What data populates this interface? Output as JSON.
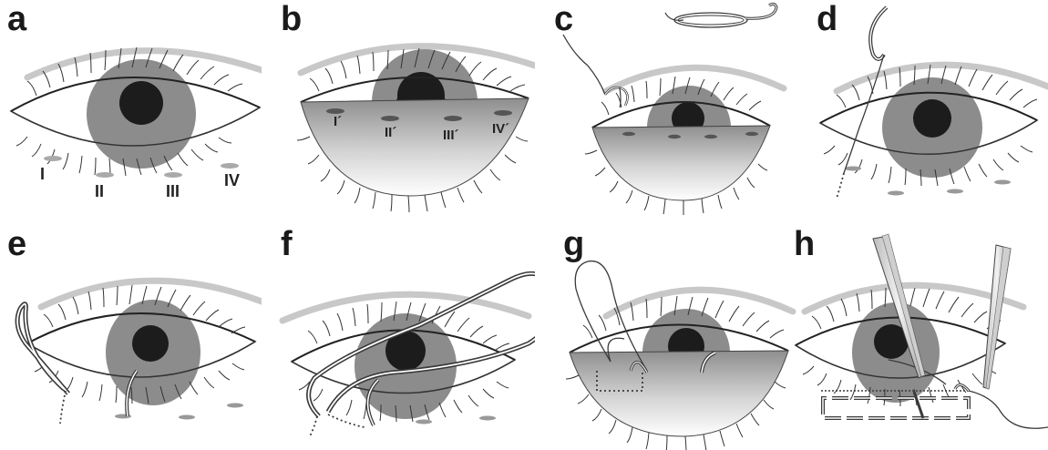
{
  "panels": [
    {
      "label": "a",
      "markers": [
        "I",
        "II",
        "III",
        "IV"
      ]
    },
    {
      "label": "b",
      "markers": [
        "I´",
        "II´",
        "III´",
        "IV´"
      ]
    },
    {
      "label": "c"
    },
    {
      "label": "d"
    },
    {
      "label": "e"
    },
    {
      "label": "f"
    },
    {
      "label": "g"
    },
    {
      "label": "h"
    }
  ],
  "colors": {
    "iris": "#8c8c8c",
    "pupil": "#1c1c1c",
    "brow": "#c8c8c8",
    "outline": "#333333",
    "suture": "#3a3a3a"
  }
}
